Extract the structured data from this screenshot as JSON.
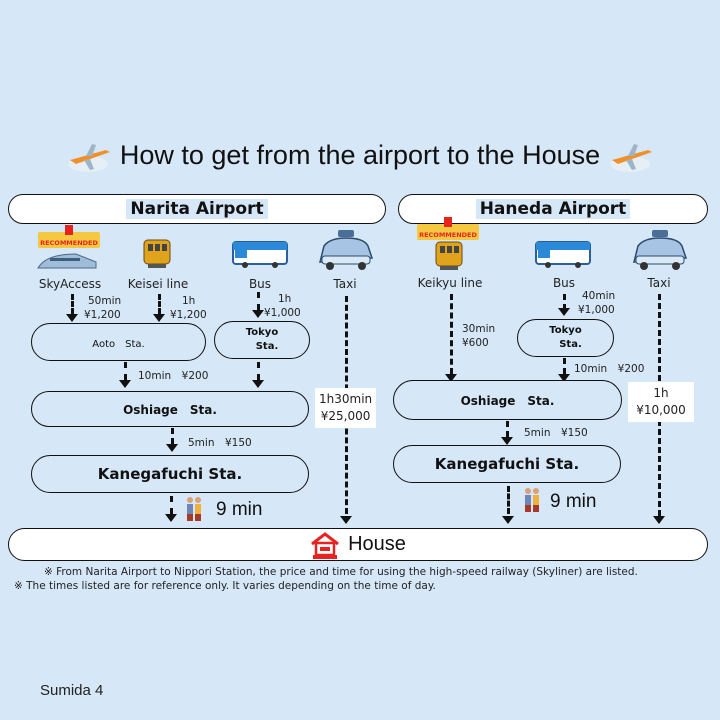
{
  "title": "How to get from the airport to the House",
  "narita": {
    "header": "Narita Airport",
    "recommended_badge": "RECOMMENDED",
    "modes": [
      {
        "label": "SkyAccess",
        "icon": "shinkansen-train-icon",
        "recommended": true
      },
      {
        "label": "Keisei line",
        "icon": "train-icon"
      },
      {
        "label": "Bus",
        "icon": "bus-icon"
      },
      {
        "label": "Taxi",
        "icon": "taxi-icon"
      }
    ],
    "segments": {
      "skyaccess_time": "50min",
      "skyaccess_price": "¥1,200",
      "keisei_time": "1h",
      "keisei_price": "¥1,200",
      "bus_time": "1h",
      "bus_price": "¥1,000",
      "aoto_to_oshiage": "10min　¥200",
      "oshiage_to_kanegafuchi": "5min　¥150",
      "taxi_time": "1h30min",
      "taxi_price": "¥25,000",
      "walk": "9 min"
    },
    "stations": {
      "aoto": "Aoto　Sta.",
      "tokyo_line1": "Tokyo",
      "tokyo_line2": "Sta.",
      "oshiage": "Oshiage　Sta.",
      "kanegafuchi": "Kanegafuchi Sta."
    }
  },
  "haneda": {
    "header": "Haneda Airport",
    "recommended_badge": "RECOMMENDED",
    "modes": [
      {
        "label": "Keikyu line",
        "icon": "train-icon",
        "recommended": true
      },
      {
        "label": "Bus",
        "icon": "bus-icon"
      },
      {
        "label": "Taxi",
        "icon": "taxi-icon"
      }
    ],
    "segments": {
      "keikyu_time": "30min",
      "keikyu_price": "¥600",
      "bus_time": "40min",
      "bus_price": "¥1,000",
      "tokyo_to_oshiage": "10min　¥200",
      "oshiage_to_kanegafuchi": "5min　¥150",
      "taxi_time": "1h",
      "taxi_price": "¥10,000",
      "walk": "9 min"
    },
    "stations": {
      "tokyo_line1": "Tokyo",
      "tokyo_line2": "Sta.",
      "oshiage": "Oshiage　Sta.",
      "kanegafuchi": "Kanegafuchi Sta."
    }
  },
  "destination": {
    "label": "House",
    "icon": "house-icon",
    "icon_color": "#e8231f"
  },
  "notes": [
    "※ From Narita Airport to Nippori Station, the price and time for using the high-speed railway (Skyliner) are listed.",
    "※ The times listed are for reference only. It varies depending on the time of day."
  ],
  "footer": "Sumida 4",
  "colors": {
    "background": "#d6e7f8",
    "recommended": "#f5c842",
    "accent_red": "#e8231f"
  }
}
